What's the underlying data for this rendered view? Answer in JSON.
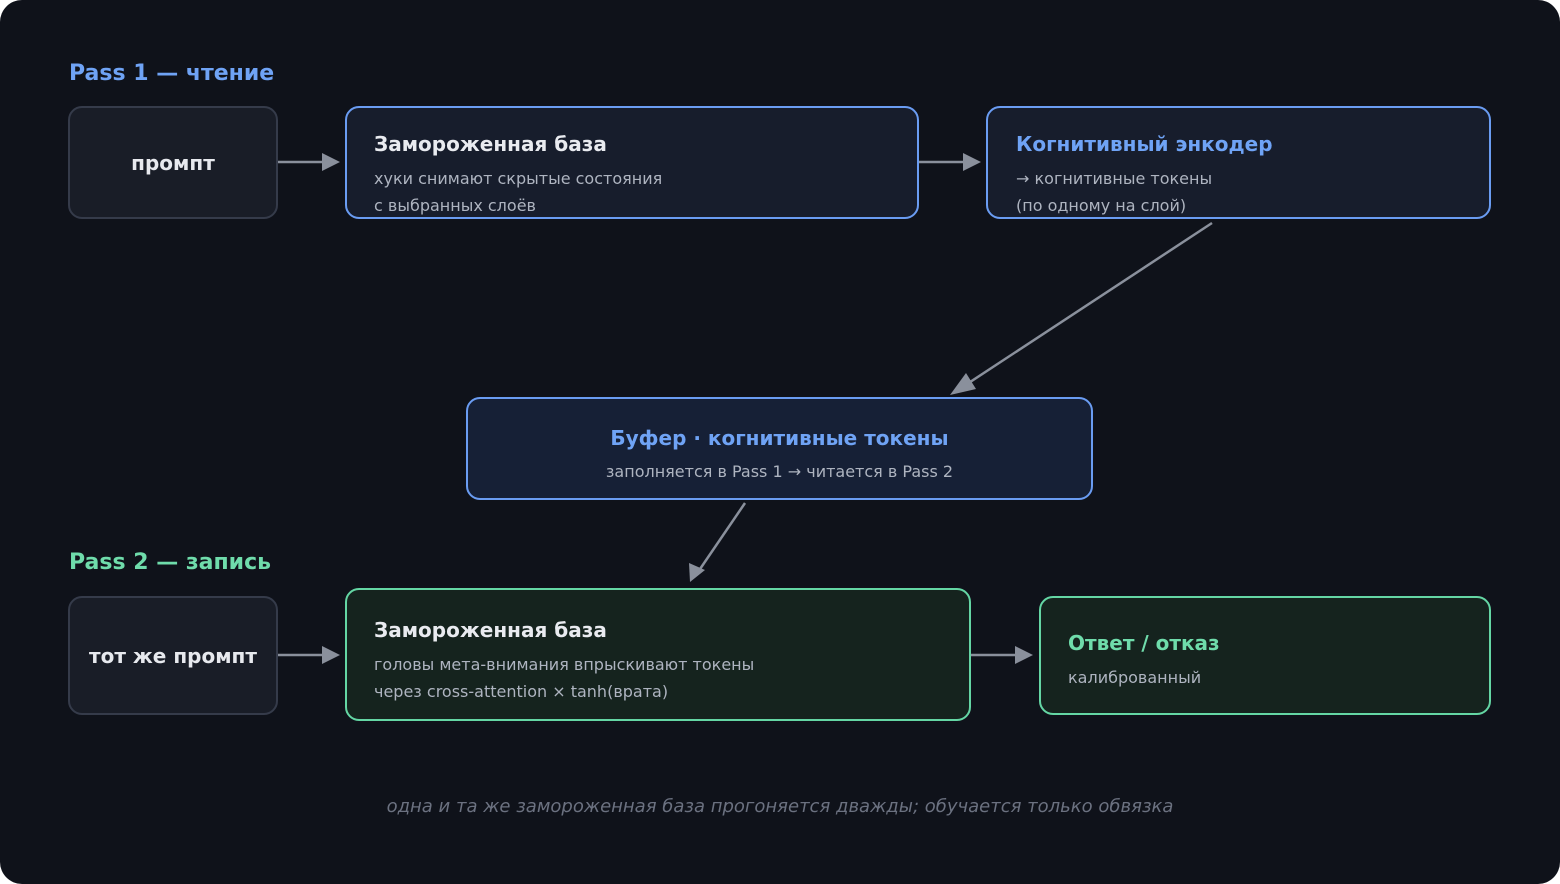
{
  "pass1": {
    "label": "Pass 1 — чтение",
    "prompt": "промпт",
    "base": {
      "title": "Замороженная база",
      "line1": "хуки снимают скрытые состояния",
      "line2": "с выбранных слоёв"
    },
    "encoder": {
      "title": "Когнитивный энкодер",
      "line1": "→ когнитивные токены",
      "line2": "(по одному на слой)"
    }
  },
  "buffer": {
    "title": "Буфер · когнитивные токены",
    "subtitle": "заполняется в Pass 1 → читается в Pass 2"
  },
  "pass2": {
    "label": "Pass 2 — запись",
    "prompt": "тот же промпт",
    "base": {
      "title": "Замороженная база",
      "line1": "головы мета-внимания впрыскивают токены",
      "line2": "через cross-attention × tanh(врата)"
    },
    "answer": {
      "title": "Ответ / отказ",
      "line1": "калиброванный"
    }
  },
  "caption": "одна и та же замороженная база прогоняется дважды; обучается только обвязка",
  "colors": {
    "background": "#0f121a",
    "blue_accent": "#6a9cf2",
    "green_accent": "#64d6a4",
    "arrow": "#8a909c"
  }
}
